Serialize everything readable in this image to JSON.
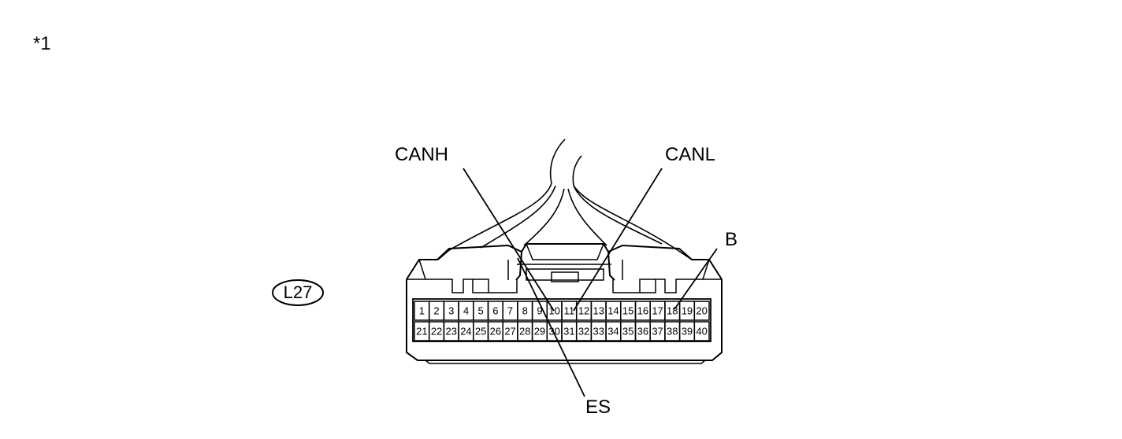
{
  "figure_label": "*1",
  "connector": {
    "id": "L27",
    "pins_row1": [
      "1",
      "2",
      "3",
      "4",
      "5",
      "6",
      "7",
      "8",
      "9",
      "10",
      "11",
      "12",
      "13",
      "14",
      "15",
      "16",
      "17",
      "18",
      "19",
      "20"
    ],
    "pins_row2": [
      "21",
      "22",
      "23",
      "24",
      "25",
      "26",
      "27",
      "28",
      "29",
      "30",
      "31",
      "32",
      "33",
      "34",
      "35",
      "36",
      "37",
      "38",
      "39",
      "40"
    ]
  },
  "callouts": {
    "canh": "CANH",
    "canl": "CANL",
    "b": "B",
    "es": "ES"
  }
}
